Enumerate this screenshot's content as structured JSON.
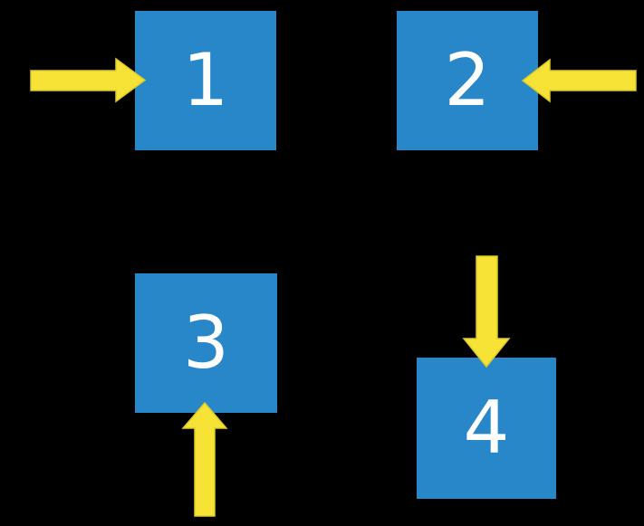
{
  "colors": {
    "background": "#000000",
    "square": "#2787C9",
    "arrow": "#F6E335",
    "arrow_outline": "#DCC92B",
    "label": "#FFFFFF"
  },
  "squares": [
    {
      "label": "1"
    },
    {
      "label": "2"
    },
    {
      "label": "3"
    },
    {
      "label": "4"
    }
  ],
  "arrows": [
    {
      "points_to": "square-1",
      "direction": "right",
      "enters_side": "left"
    },
    {
      "points_to": "square-2",
      "direction": "left",
      "enters_side": "right"
    },
    {
      "points_to": "square-3",
      "direction": "up",
      "enters_side": "bottom"
    },
    {
      "points_to": "square-4",
      "direction": "down",
      "enters_side": "top"
    }
  ]
}
